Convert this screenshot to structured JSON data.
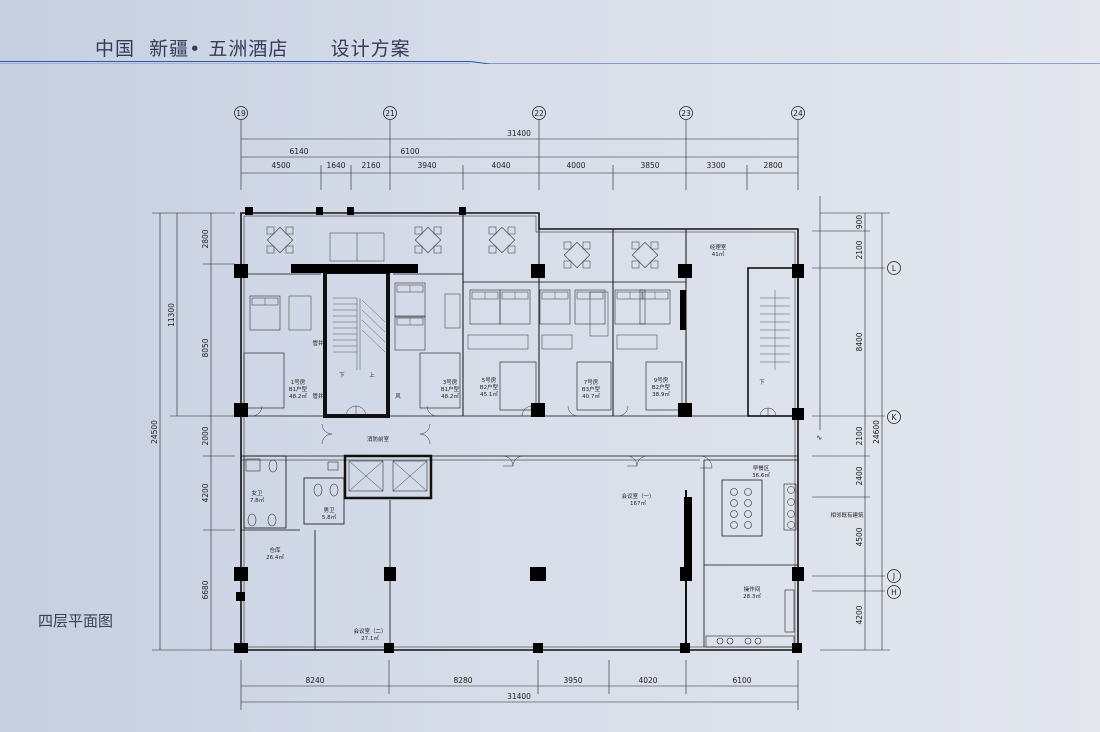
{
  "header": {
    "title": "中国  新疆• 五洲酒店      设计方案",
    "accent_color": "#2b55a8"
  },
  "floor_label": "四层平面图",
  "axes_top": [
    "19",
    "21",
    "22",
    "23",
    "24"
  ],
  "axes_right": [
    "L",
    "K",
    "J",
    "H"
  ],
  "dims_top": {
    "total": "31400",
    "row2": [
      "6140",
      "6100"
    ],
    "row3": [
      "4500",
      "1640",
      "2160",
      "3940",
      "4040",
      "4000",
      "3850",
      "3300",
      "2800"
    ]
  },
  "dims_bottom": {
    "row1": [
      "8240",
      "8280",
      "3950",
      "4020",
      "6100"
    ],
    "total": "31400"
  },
  "dims_left": {
    "total": "24500",
    "row_mid": [
      "11300"
    ],
    "row_inner": [
      "2800",
      "8050",
      "2000",
      "4200",
      "6680"
    ]
  },
  "dims_right": {
    "total": "24600",
    "row_inner": [
      "900",
      "2100",
      "8400",
      "2100",
      "2400",
      "4500",
      "4200"
    ]
  },
  "rooms": {
    "room1": {
      "name": "1号房",
      "type": "B1户型",
      "area": "48.2㎡"
    },
    "room3": {
      "name": "3号房",
      "type": "B1户型",
      "area": "48.2㎡"
    },
    "room5": {
      "name": "5号房",
      "type": "B2户型",
      "area": "45.1㎡"
    },
    "room7": {
      "name": "7号房",
      "type": "B3户型",
      "area": "40.7㎡"
    },
    "room9": {
      "name": "9号房",
      "type": "B2户型",
      "area": "38.9㎡"
    },
    "manager": {
      "name": "经理室",
      "area": "41㎡"
    },
    "fire_lobby": {
      "name": "消防前室"
    },
    "female_wc": {
      "name": "女卫",
      "area": "7.8㎡"
    },
    "male_wc": {
      "name": "男卫",
      "area": "5.8㎡"
    },
    "storage": {
      "name": "仓库",
      "area": "26.4㎡"
    },
    "meeting1": {
      "name": "会议室（一）",
      "area": "167㎡"
    },
    "meeting2": {
      "name": "会议室（二）",
      "area": "27.1㎡"
    },
    "breakfast": {
      "name": "早餐区",
      "area": "36.6㎡"
    },
    "operation": {
      "name": "操作间",
      "area": "28.3㎡"
    },
    "neighbor": {
      "name": "相邻既有建筑"
    }
  },
  "stair_labels": {
    "down1": "下",
    "up1": "上",
    "down2": "下"
  },
  "shaft_labels": {
    "pipe1": "管井",
    "pipe2": "管井",
    "wind": "风"
  }
}
